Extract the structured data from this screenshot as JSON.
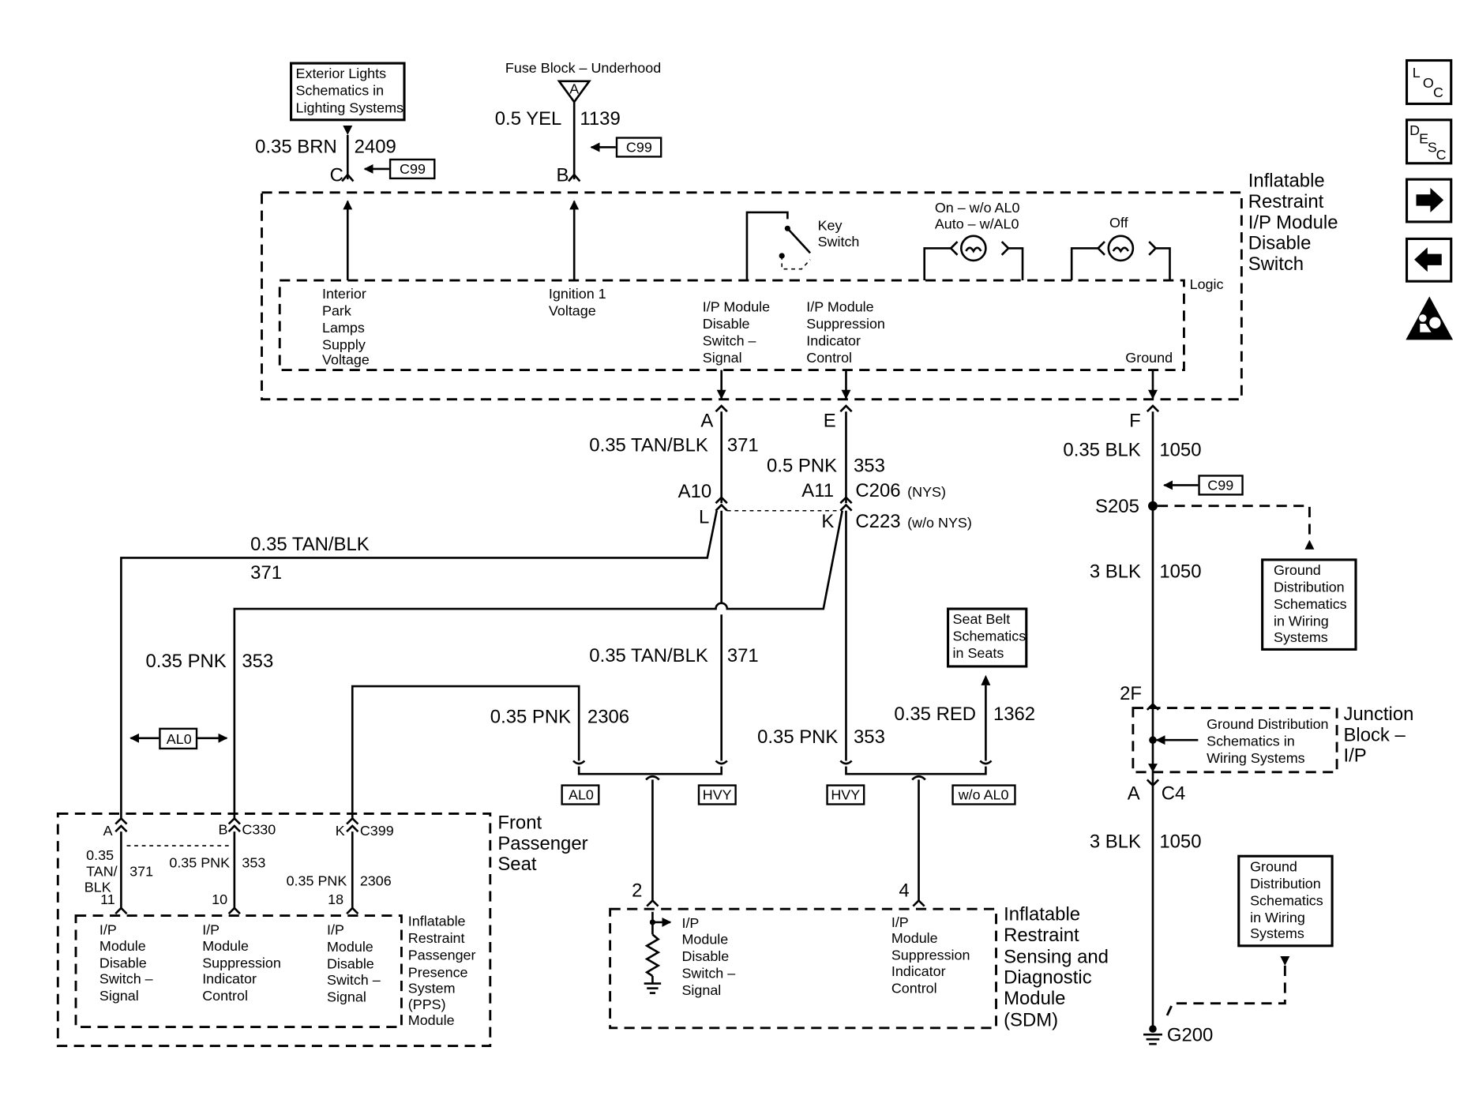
{
  "refs": {
    "exterior_lights": [
      "Exterior Lights",
      "Schematics in",
      "Lighting Systems"
    ],
    "seat_belt": [
      "Seat Belt",
      "Schematics",
      "in Seats"
    ],
    "ground_dist_1": [
      "Ground",
      "Distribution",
      "Schematics",
      "in Wiring",
      "Systems"
    ],
    "ground_dist_2": [
      "Ground Distribution",
      "Schematics in",
      "Wiring Systems"
    ],
    "ground_dist_3": [
      "Ground",
      "Distribution",
      "Schematics",
      "in Wiring",
      "Systems"
    ]
  },
  "fuse_block": "Fuse Block – Underhood",
  "fuse_letter": "A",
  "c99": "C99",
  "wires": {
    "brn": {
      "gauge": "0.35 BRN",
      "circuit": "2409",
      "pin": "C"
    },
    "yel": {
      "gauge": "0.5 YEL",
      "circuit": "1139",
      "pin": "B"
    },
    "tan_a": {
      "pin": "A",
      "gauge": "0.35 TAN/BLK",
      "circuit": "371"
    },
    "pnk_e": {
      "pin": "E",
      "gauge": "0.5 PNK",
      "circuit": "353"
    },
    "blk_f": {
      "pin": "F",
      "gauge": "0.35 BLK",
      "circuit": "1050"
    },
    "tan_left": {
      "gauge": "0.35 TAN/BLK",
      "circuit": "371"
    },
    "pnk_left": {
      "gauge": "0.35 PNK",
      "circuit": "353"
    },
    "tan_mid": {
      "gauge": "0.35 TAN/BLK",
      "circuit": "371"
    },
    "pnk_2306": {
      "gauge": "0.35 PNK",
      "circuit": "2306"
    },
    "pnk_353b": {
      "gauge": "0.35 PNK",
      "circuit": "353"
    },
    "red": {
      "gauge": "0.35 RED",
      "circuit": "1362"
    },
    "blk_3a": {
      "gauge": "3 BLK",
      "circuit": "1050"
    },
    "blk_3b": {
      "gauge": "3 BLK",
      "circuit": "1050"
    }
  },
  "disable_switch": {
    "title": [
      "Inflatable",
      "Restraint",
      "I/P Module",
      "Disable",
      "Switch"
    ],
    "key_switch": [
      "Key",
      "Switch"
    ],
    "on_label": [
      "On – w/o AL0",
      "Auto – w/AL0"
    ],
    "off_label": "Off",
    "logic": "Logic",
    "pins": {
      "interior": [
        "Interior",
        "Park",
        "Lamps",
        "Supply",
        "Voltage"
      ],
      "ignition": [
        "Ignition 1",
        "Voltage"
      ],
      "disable_signal": [
        "I/P Module",
        "Disable",
        "Switch –",
        "Signal"
      ],
      "suppression": [
        "I/P Module",
        "Suppression",
        "Indicator",
        "Control"
      ],
      "ground": "Ground"
    }
  },
  "connectors": {
    "a10": "A10",
    "l": "L",
    "a11": "A11",
    "k": "K",
    "c206": "C206",
    "c206_note": "(NYS)",
    "c223": "C223",
    "c223_note": "(w/o NYS)",
    "s205": "S205",
    "f2": "2F",
    "c4_pin": "A",
    "c4": "C4",
    "g200": "G200"
  },
  "options": {
    "al0": "AL0",
    "hvy": "HVY",
    "wo_al0": "w/o AL0"
  },
  "front_seat": {
    "title": [
      "Front",
      "Passenger",
      "Seat"
    ],
    "pin_a": "A",
    "pin_b": "B",
    "pin_k": "K",
    "c330": "C330",
    "c399": "C399",
    "w1_gauge": [
      "0.35",
      "TAN/",
      "BLK"
    ],
    "w1_circuit": "371",
    "w2_gauge": "0.35 PNK",
    "w2_circuit": "353",
    "w3_gauge": "0.35 PNK",
    "w3_circuit": "2306",
    "n11": "11",
    "n10": "10",
    "n18": "18",
    "pps_title": [
      "Inflatable",
      "Restraint",
      "Passenger",
      "Presence",
      "System",
      "(PPS)",
      "Module"
    ],
    "pps_pin1": [
      "I/P",
      "Module",
      "Disable",
      "Switch –",
      "Signal"
    ],
    "pps_pin2": [
      "I/P",
      "Module",
      "Suppression",
      "Indicator",
      "Control"
    ],
    "pps_pin3": [
      "I/P",
      "Module",
      "Disable",
      "Switch –",
      "Signal"
    ]
  },
  "junction_block": [
    "Junction",
    "Block –",
    "I/P"
  ],
  "sdm": {
    "title": [
      "Inflatable",
      "Restraint",
      "Sensing and",
      "Diagnostic",
      "Module",
      "(SDM)"
    ],
    "pin2": "2",
    "pin4": "4",
    "pin2_label": [
      "I/P",
      "Module",
      "Disable",
      "Switch –",
      "Signal"
    ],
    "pin4_label": [
      "I/P",
      "Module",
      "Suppression",
      "Indicator",
      "Control"
    ]
  },
  "nav": {
    "loc": [
      "L",
      "O",
      "C"
    ],
    "desc": [
      "D",
      "E",
      "S",
      "C"
    ]
  }
}
